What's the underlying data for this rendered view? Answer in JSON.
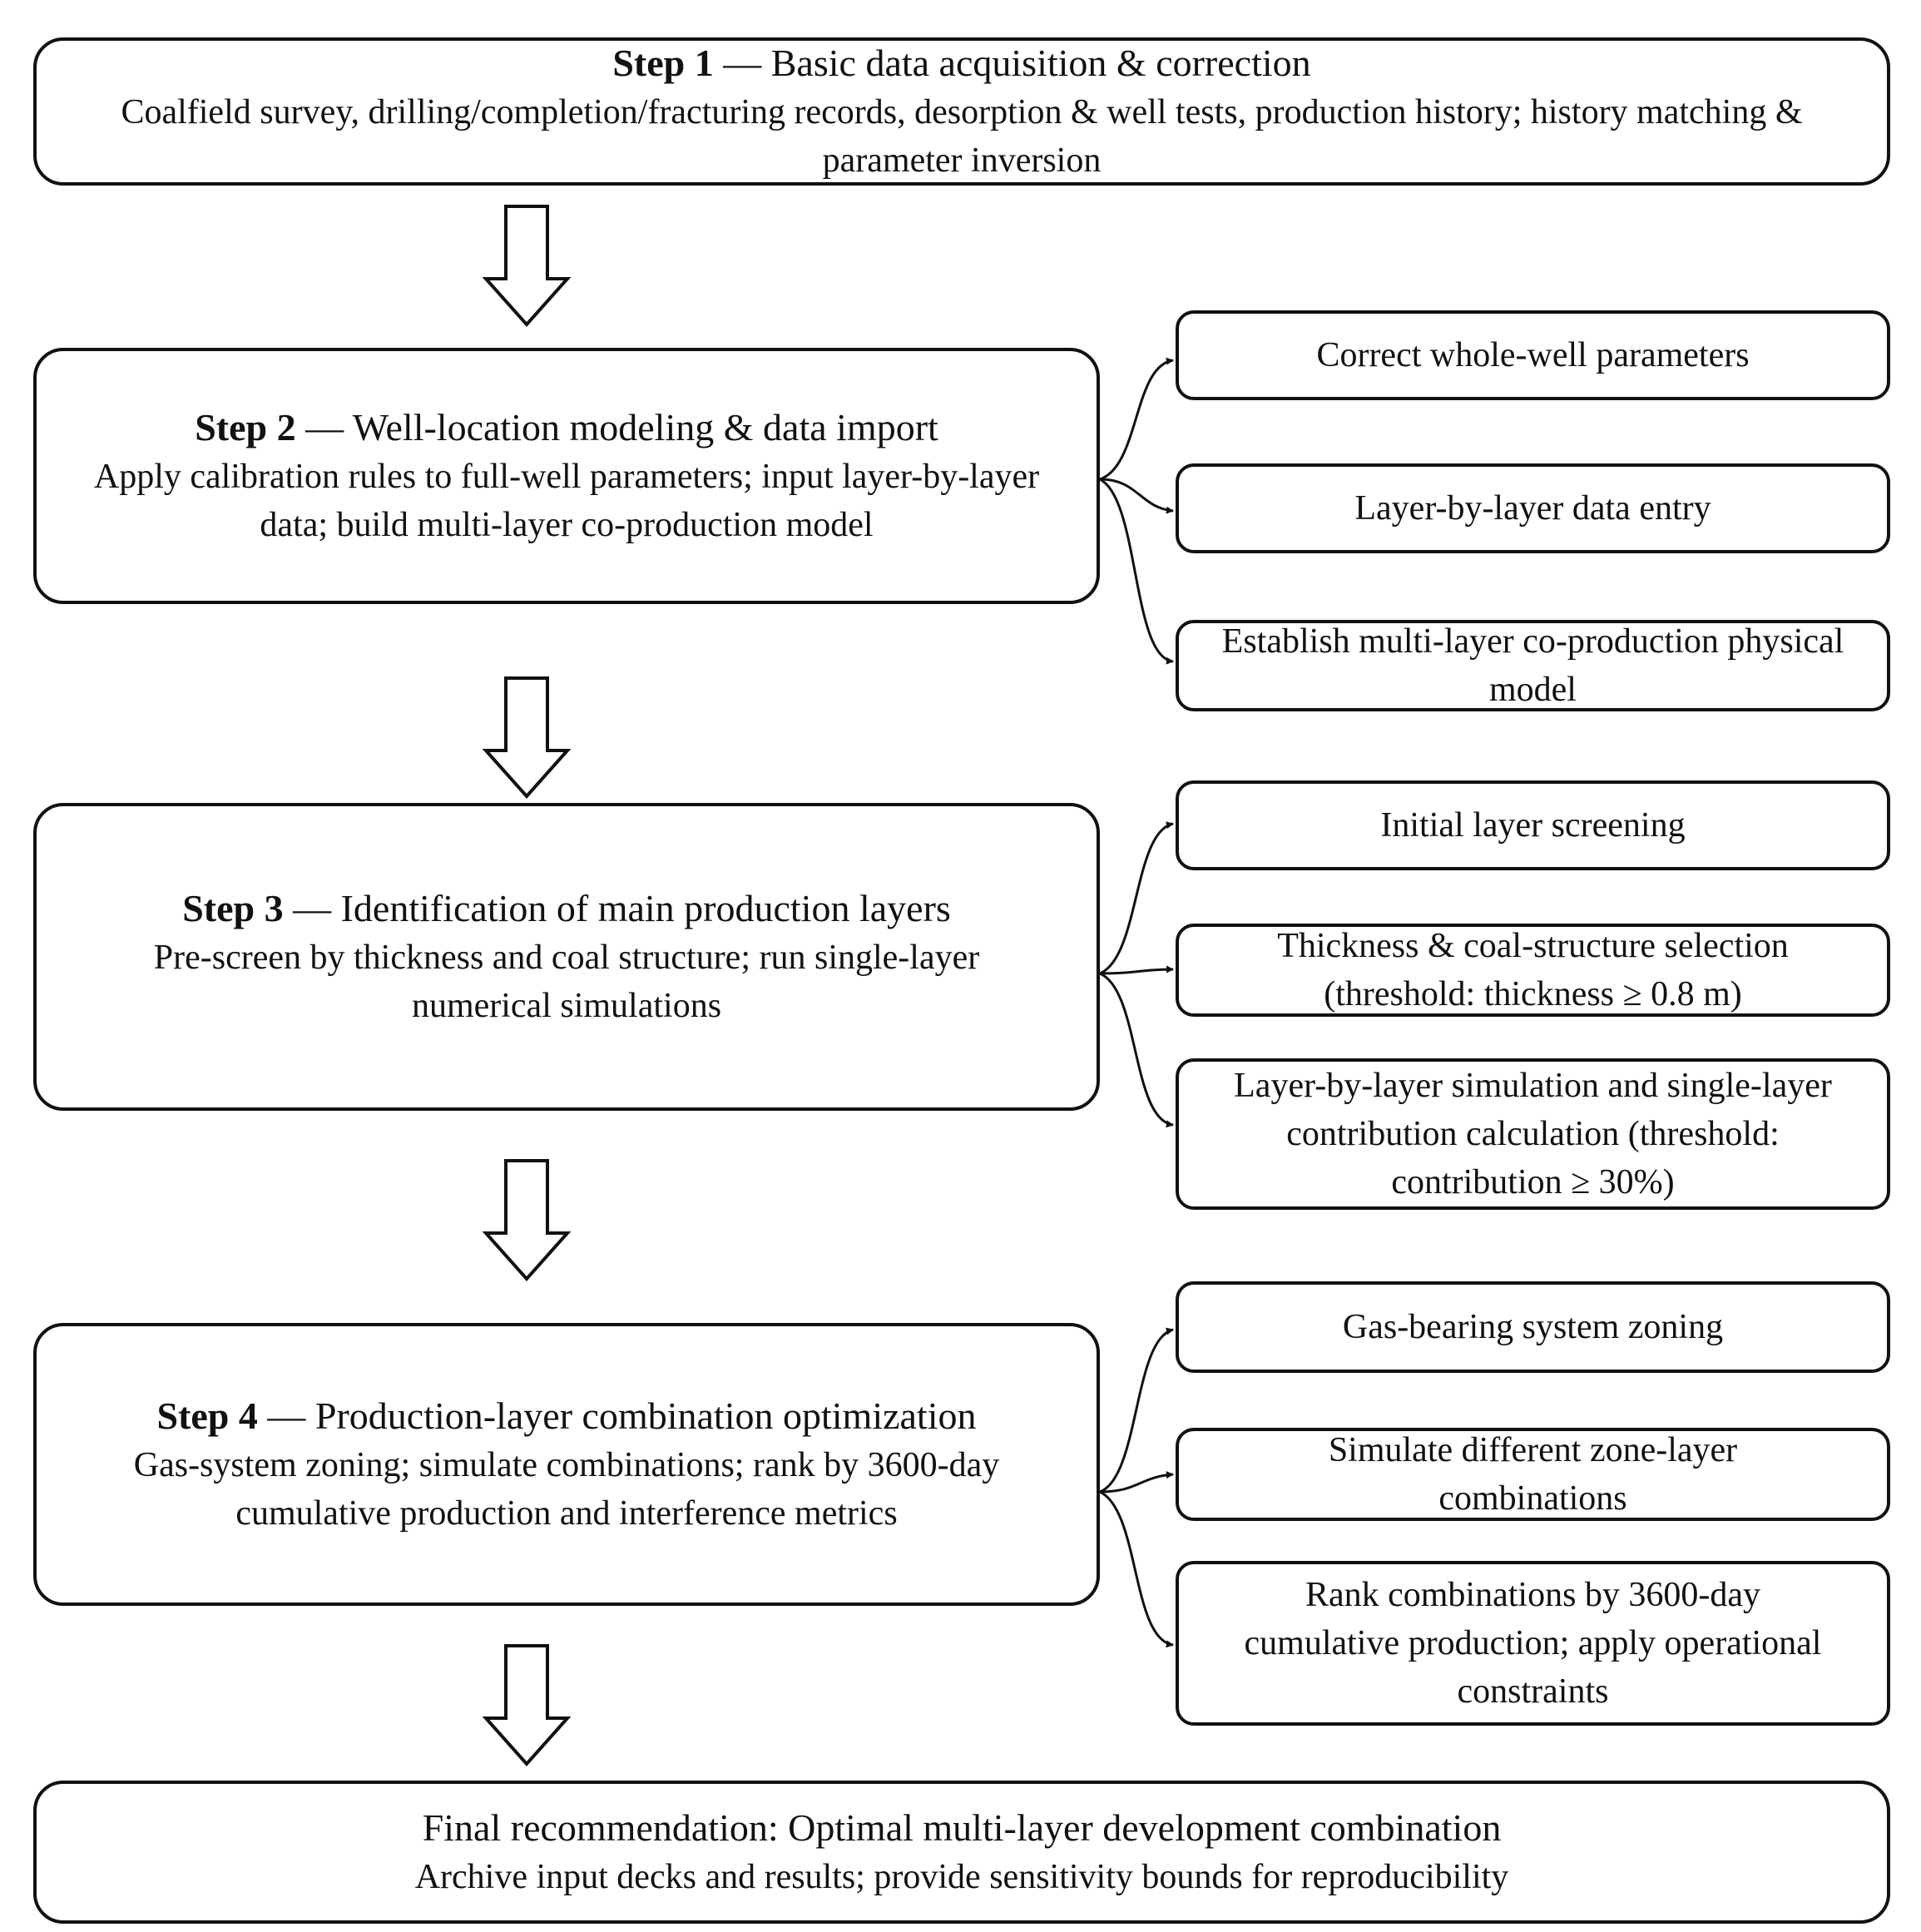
{
  "steps": [
    {
      "label": "Step 1",
      "title": " — Basic data acquisition & correction",
      "desc": "Coalfield survey, drilling/completion/fracturing records, desorption & well tests, production history; history matching & parameter inversion"
    },
    {
      "label": "Step 2",
      "title": " — Well-location modeling & data import",
      "desc": "Apply calibration rules to full-well parameters; input layer-by-layer data; build multi-layer co-production model"
    },
    {
      "label": "Step 3",
      "title": " — Identification of main production layers",
      "desc": "Pre-screen by thickness and coal structure; run single-layer numerical simulations"
    },
    {
      "label": "Step 4",
      "title": " — Production-layer combination optimization",
      "desc": "Gas-system zoning; simulate combinations; rank by 3600-day cumulative production and interference metrics"
    }
  ],
  "final": {
    "title": "Final recommendation: Optimal multi-layer development combination",
    "desc": "Archive input decks and results; provide sensitivity bounds for reproducibility"
  },
  "substeps": {
    "step2": [
      "Correct whole-well parameters",
      "Layer-by-layer data entry",
      "Establish multi-layer co-production physical model"
    ],
    "step3": [
      "Initial layer screening",
      "Thickness & coal-structure selection (threshold: thickness ≥ 0.8 m)",
      "Layer-by-layer simulation and single-layer contribution calculation (threshold: contribution ≥ 30%)"
    ],
    "step4": [
      "Gas-bearing system zoning",
      "Simulate different zone-layer combinations",
      "Rank combinations by 3600-day cumulative production; apply operational constraints"
    ]
  }
}
